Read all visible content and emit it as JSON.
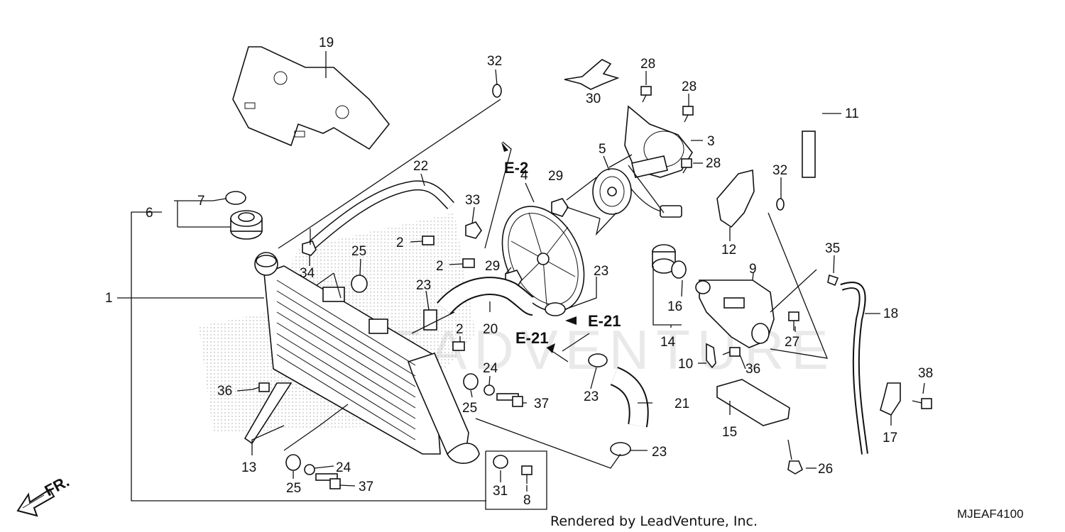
{
  "watermark": "LEADVENTURE",
  "footer": {
    "rendered_by": "Rendered by LeadVenture, Inc.",
    "code": "MJEAF4100"
  },
  "direction_marker": "FR.",
  "refs": {
    "e2": "E-2",
    "e21_a": "E-21",
    "e21_b": "E-21"
  },
  "callouts": {
    "c1": "1",
    "c2a": "2",
    "c2b": "2",
    "c2c": "2",
    "c3": "3",
    "c4": "4",
    "c5": "5",
    "c6": "6",
    "c7": "7",
    "c8": "8",
    "c9": "9",
    "c10": "10",
    "c11": "11",
    "c12": "12",
    "c13": "13",
    "c14": "14",
    "c15": "15",
    "c16": "16",
    "c17": "17",
    "c18": "18",
    "c19": "19",
    "c20": "20",
    "c21": "21",
    "c22": "22",
    "c23a": "23",
    "c23b": "23",
    "c23c": "23",
    "c23d": "23",
    "c24a": "24",
    "c24b": "24",
    "c25a": "25",
    "c25b": "25",
    "c25c": "25",
    "c26": "26",
    "c27": "27",
    "c28a": "28",
    "c28b": "28",
    "c28c": "28",
    "c29a": "29",
    "c29b": "29",
    "c30": "30",
    "c31": "31",
    "c32a": "32",
    "c32b": "32",
    "c33": "33",
    "c34": "34",
    "c35": "35",
    "c36a": "36",
    "c36b": "36",
    "c37a": "37",
    "c37b": "37",
    "c38": "38"
  }
}
